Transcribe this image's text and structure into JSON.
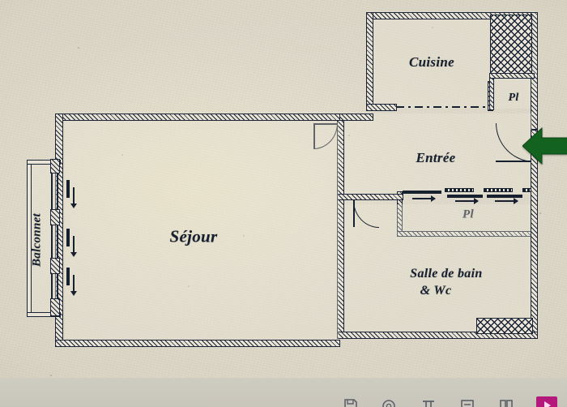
{
  "document": {
    "type": "architectural-floor-plan",
    "description": "Photographed apartment floor plan"
  },
  "rooms": [
    {
      "id": "cuisine",
      "label": "Cuisine"
    },
    {
      "id": "entree",
      "label": "Entrée"
    },
    {
      "id": "sejour",
      "label": "Séjour"
    },
    {
      "id": "salle_de_bain",
      "label": "Salle de bain\n& Wc"
    },
    {
      "id": "balconnet",
      "label": "Balconnet"
    },
    {
      "id": "placard_cuisine",
      "label": "Pl"
    },
    {
      "id": "placard_entree",
      "label": "Pl"
    }
  ],
  "annotations": {
    "entrance_arrow": {
      "name": "entrance-marker-arrow",
      "color": "#14621f",
      "direction": "left"
    }
  },
  "colors": {
    "paper": "#ded8ca",
    "ink": "#17202f",
    "annotation_green": "#14621f",
    "toolbar_accent": "#b4187a"
  },
  "toolbar": {
    "items": [
      {
        "name": "save-icon",
        "glyph": "❐"
      },
      {
        "name": "stamp-icon",
        "glyph": "◎"
      },
      {
        "name": "crop-icon",
        "glyph": "⤒"
      },
      {
        "name": "page-icon",
        "glyph": "▤"
      },
      {
        "name": "columns-icon",
        "glyph": "‖"
      },
      {
        "name": "play-button",
        "glyph": "▶"
      }
    ]
  }
}
